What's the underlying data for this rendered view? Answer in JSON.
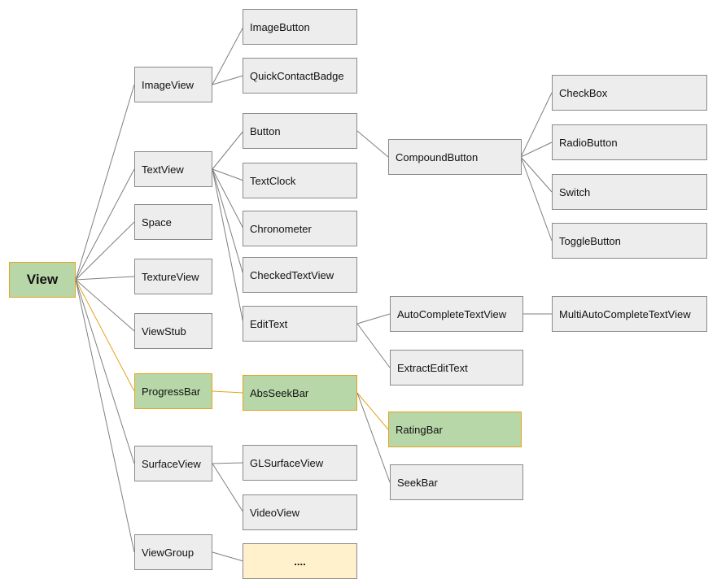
{
  "nodes": {
    "view": "View",
    "imageview": "ImageView",
    "textview": "TextView",
    "space": "Space",
    "textureview": "TextureView",
    "viewstub": "ViewStub",
    "progressbar": "ProgressBar",
    "surfaceview": "SurfaceView",
    "viewgroup": "ViewGroup",
    "imagebutton": "ImageButton",
    "quickcontactbadge": "QuickContactBadge",
    "button": "Button",
    "textclock": "TextClock",
    "chronometer": "Chronometer",
    "checkedtextview": "CheckedTextView",
    "edittext": "EditText",
    "absseekbar": "AbsSeekBar",
    "glsurfaceview": "GLSurfaceView",
    "videoview": "VideoView",
    "more": "....",
    "compoundbutton": "CompoundButton",
    "autocompletetextview": "AutoCompleteTextView",
    "extractedittext": "ExtractEditText",
    "ratingbar": "RatingBar",
    "seekbar": "SeekBar",
    "checkbox": "CheckBox",
    "radiobutton": "RadioButton",
    "switch": "Switch",
    "togglebutton": "ToggleButton",
    "multiautocompletetextview": "MultiAutoCompleteTextView"
  },
  "colors": {
    "node_fill": "#ededed",
    "node_border": "#8a8a8a",
    "highlight_fill": "#b7d7a8",
    "highlight_border": "#e7a21b",
    "placeholder_fill": "#fff1cc",
    "edge": "#7f7f7f",
    "highlight_edge": "#e7a21b"
  }
}
